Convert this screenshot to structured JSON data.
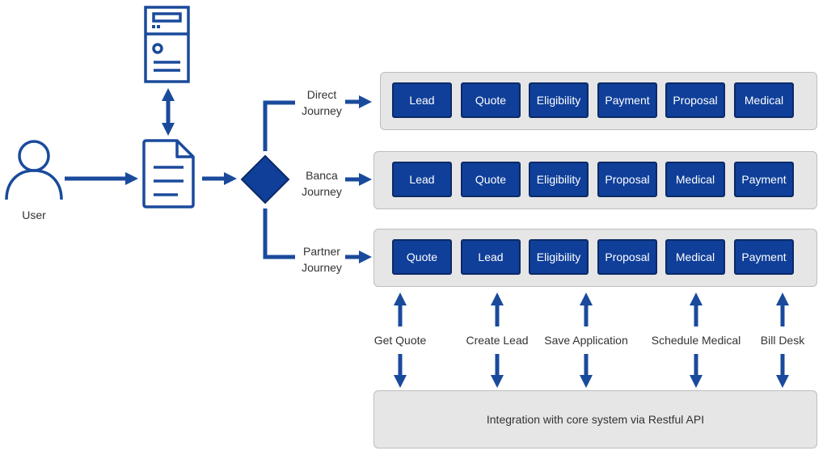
{
  "user_label": "User",
  "journeys": [
    {
      "label_line1": "Direct",
      "label_line2": "Journey",
      "steps": [
        "Lead",
        "Quote",
        "Eligibility",
        "Payment",
        "Proposal",
        "Medical"
      ]
    },
    {
      "label_line1": "Banca",
      "label_line2": "Journey",
      "steps": [
        "Lead",
        "Quote",
        "Eligibility",
        "Proposal",
        "Medical",
        "Payment"
      ]
    },
    {
      "label_line1": "Partner",
      "label_line2": "Journey",
      "steps": [
        "Quote",
        "Lead",
        "Eligibility",
        "Proposal",
        "Medical",
        "Payment"
      ]
    }
  ],
  "integrations": [
    "Get Quote",
    "Create Lead",
    "Save Application",
    "Schedule Medical",
    "Bill Desk"
  ],
  "core_system_label": "Integration with core system via Restful API",
  "colors": {
    "primary": "#1a4a9c",
    "box_fill": "#0f3f99",
    "lane_fill": "#e6e6e6"
  }
}
